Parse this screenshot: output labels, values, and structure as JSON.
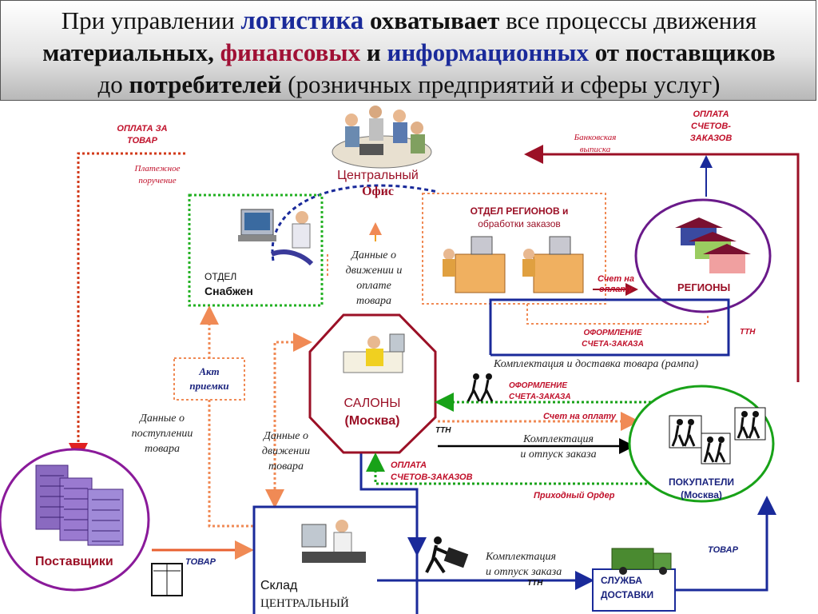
{
  "header": {
    "line1": {
      "a": "При управлении ",
      "b": "логистика",
      "c": " охватывает",
      "d": " все процессы движения"
    },
    "line2": {
      "a": "материальных",
      "b": ", ",
      "c": "финансовых",
      "d": " и ",
      "e": "информационных",
      "f": " от поставщиков"
    },
    "line3": {
      "a": "до ",
      "b": "потребителей",
      "c": " (розничных предприятий и сферы услуг)"
    }
  },
  "labels": {
    "oplata_za": "ОПЛАТА ЗА",
    "tovar_top": "ТОВАР",
    "platezhnoe": "Платежное",
    "poruchenie": "поручение",
    "central1": "Центральный",
    "central2": "Офис",
    "bank1": "Банковская",
    "bank2": "выписка",
    "oplata_sch1": "ОПЛАТА",
    "oplata_sch2": "СЧЕТОВ-",
    "oplata_sch3": "ЗАКАЗОВ",
    "otdel_reg1": "ОТДЕЛ РЕГИОНОВ  и",
    "otdel_reg2": "обработки заказов",
    "otdel": "ОТДЕЛ",
    "snabzhen": "Снабжен",
    "dannye1_1": "Данные о",
    "dannye1_2": "движении и",
    "dannye1_3": "оплате",
    "dannye1_4": "товара",
    "schet_na1": "Счет на",
    "schet_na2": "оплату",
    "regiony": "РЕГИОНЫ",
    "oform1_1": "ОФОРМЛЕНИЕ",
    "oform1_2": "СЧЕТА-ЗАКАЗА",
    "ttn_reg": "ТТН",
    "komplekt_ramp": "Комплектация и доставка товара (рампа)",
    "akt1": "Акт",
    "akt2": "приемки",
    "oform2_1": "ОФОРМЛЕНИЕ",
    "oform2_2": "СЧЕТА-ЗАКАЗА",
    "saloni1": "САЛОНЫ",
    "saloni2": "(Москва)",
    "dannye_post1": "Данные о",
    "dannye_post2": "поступлении",
    "dannye_post3": "товара",
    "schet_oplatu": "Счет на оплату",
    "ttn1": "ТТН",
    "komplekt1_1": "Комплектация",
    "komplekt1_2": "и отпуск заказа",
    "dannye_dv1": "Данные о",
    "dannye_dv2": "движении",
    "dannye_dv3": "товара",
    "oplata_sz1": "ОПЛАТА",
    "oplata_sz2": "СЧЕТОВ-ЗАКАЗОВ",
    "pokupateli1": "ПОКУПАТЕЛИ",
    "pokupateli2": "(Москва)",
    "prihodny": "Приходный Ордер",
    "postavshiki": "Поставщики",
    "tovar_bottom": "ТОВАР",
    "komplekt2_1": "Комплектация",
    "komplekt2_2": "и отпуск заказа",
    "ttn2": "ТТН",
    "tovar_right": "ТОВАР",
    "sklad1": "Склад",
    "sklad2": "ЦЕНТРАЛЬНЫЙ",
    "sluzhba1": "СЛУЖБА",
    "sluzhba2": "ДОСТАВКИ"
  },
  "colors": {
    "dark_red": "#9b1026",
    "navy": "#1a2a9a",
    "green": "#18a218",
    "orange": "#f08a55",
    "purple": "#6a1a8a",
    "red_text": "#c0102a"
  }
}
